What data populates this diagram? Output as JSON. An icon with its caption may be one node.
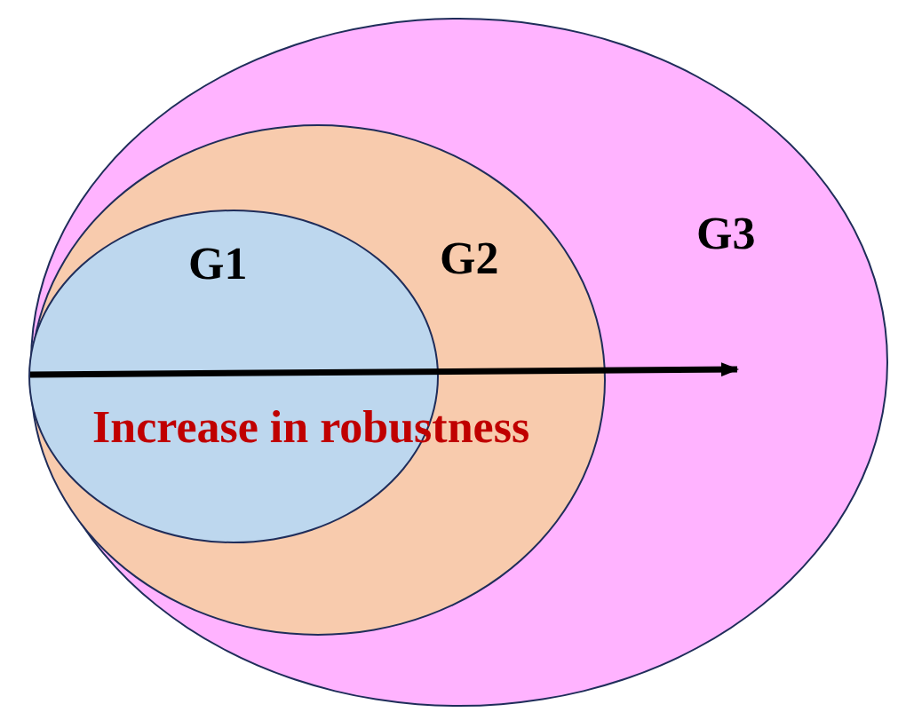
{
  "diagram": {
    "nodes": [
      {
        "text": [
          "G3"
        ]
      },
      {
        "text": [
          "G2"
        ],
        "in": 0
      },
      {
        "text": [
          "G1"
        ],
        "in": 1
      }
    ],
    "labels": [
      "Increase in robustness"
    ]
  }
}
